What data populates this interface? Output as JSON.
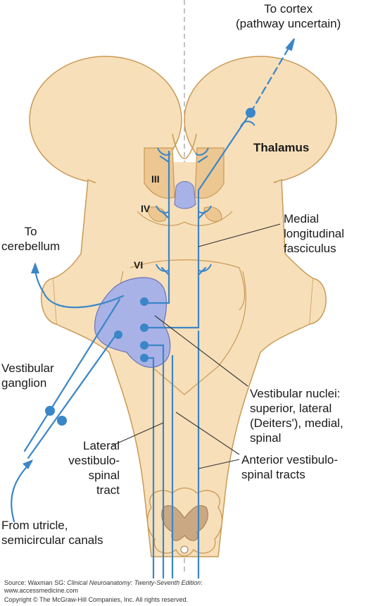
{
  "labels": {
    "to_cortex": "To cortex\n(pathway uncertain)",
    "thalamus": "Thalamus",
    "to_cerebellum": "To\ncerebellum",
    "medial_longitudinal_fasciculus": "Medial\nlongitudinal\nfasciculus",
    "vestibular_ganglion": "Vestibular\nganglion",
    "vestibular_nuclei": "Vestibular nuclei:\nsuperior, lateral\n(Deiters'), medial,\nspinal",
    "lateral_vestibulospinal_tract": "Lateral\nvestibulo-\nspinal tract",
    "anterior_vestibulospinal_tracts": "Anterior vestibulo-\nspinal tracts",
    "from_utricle": "From utricle,\nsemicircular canals",
    "nucleus_III": "III",
    "nucleus_IV": "IV",
    "nucleus_VI": "VI"
  },
  "footer": {
    "source_prefix": "Source: Waxman SG: ",
    "source_title": "Clinical Neuroanatomy: Twenty-Seventh Edition",
    "source_suffix": ":",
    "url": "www.accessmedicine.com",
    "copyright": "Copyright © The McGraw-Hill Companies, Inc. All rights reserved."
  },
  "colors": {
    "tissue": "#f7dfba",
    "tissue_outline": "#c99a55",
    "nucleus_fill": "#edc792",
    "vestibular_nuclei_fill": "#a9b2e6",
    "pathway": "#3a86c8",
    "cord": "#c9a883"
  }
}
